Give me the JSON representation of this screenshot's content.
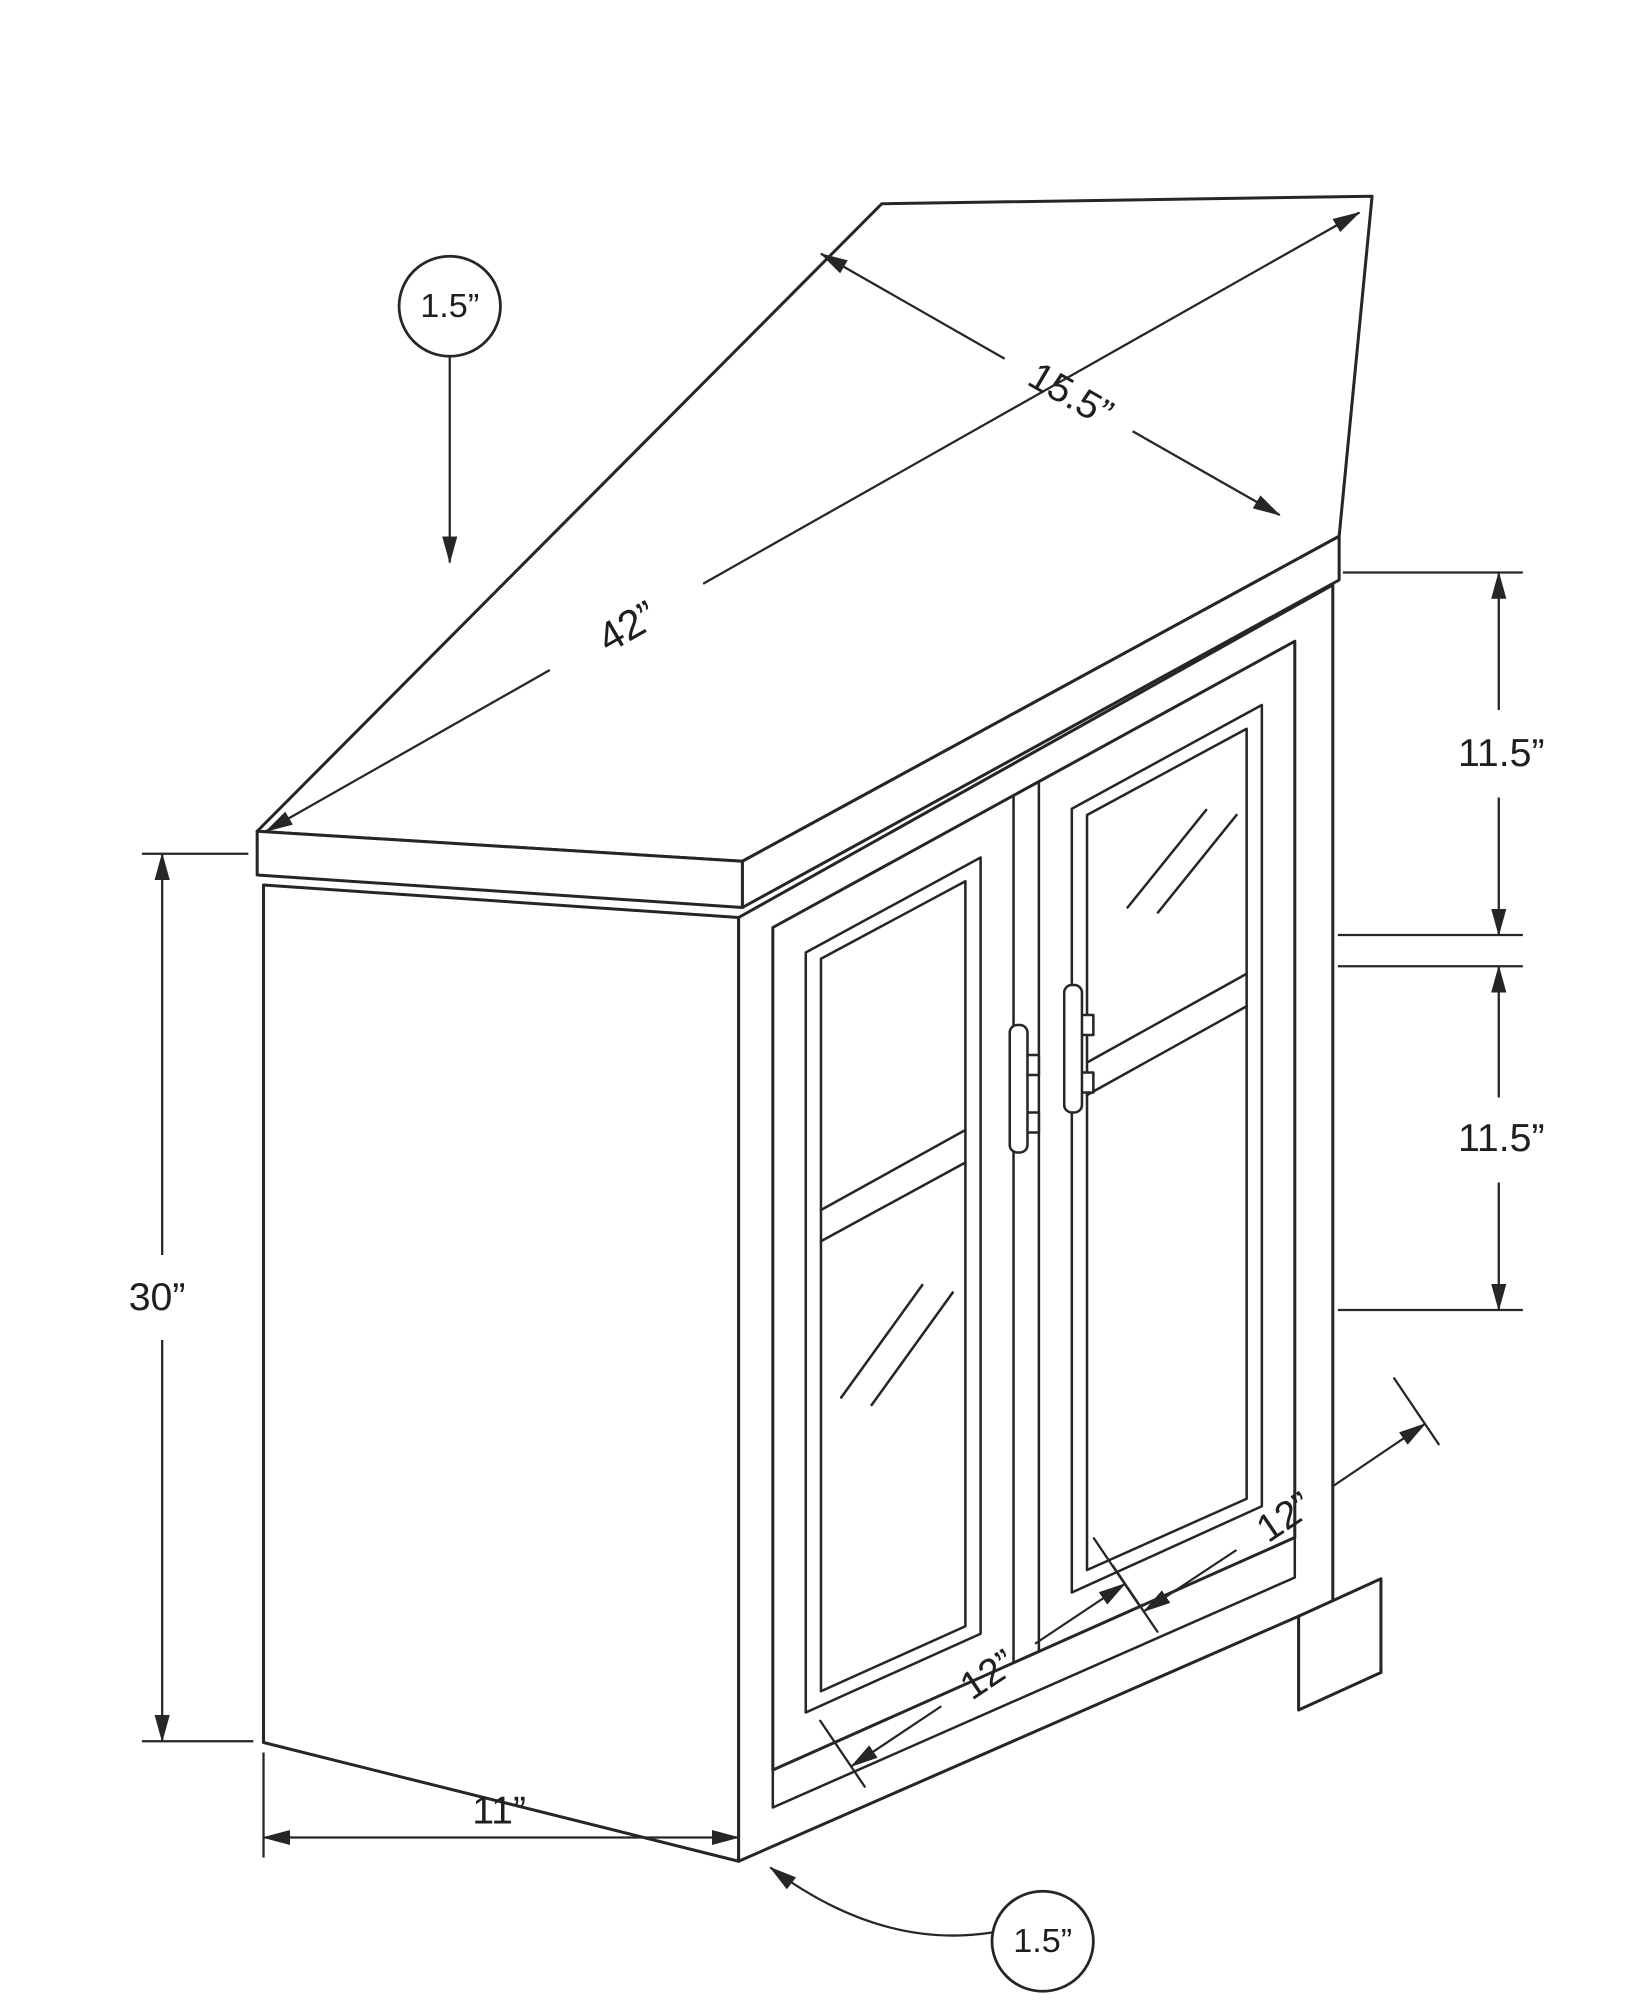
{
  "diagram": {
    "type": "furniture-dimension-drawing",
    "subject": "corner cabinet with two glass doors",
    "ink_color": "#262626",
    "background_color": "#ffffff",
    "labels": {
      "top_thickness": "1.5”",
      "top_depth": "15.5”",
      "overall_width": "42”",
      "upper_opening_height": "11.5”",
      "lower_opening_height": "11.5”",
      "overall_height": "30”",
      "left_door_width": "12”",
      "right_door_width": "12”",
      "side_depth": "11”",
      "base_thickness": "1.5”"
    }
  }
}
